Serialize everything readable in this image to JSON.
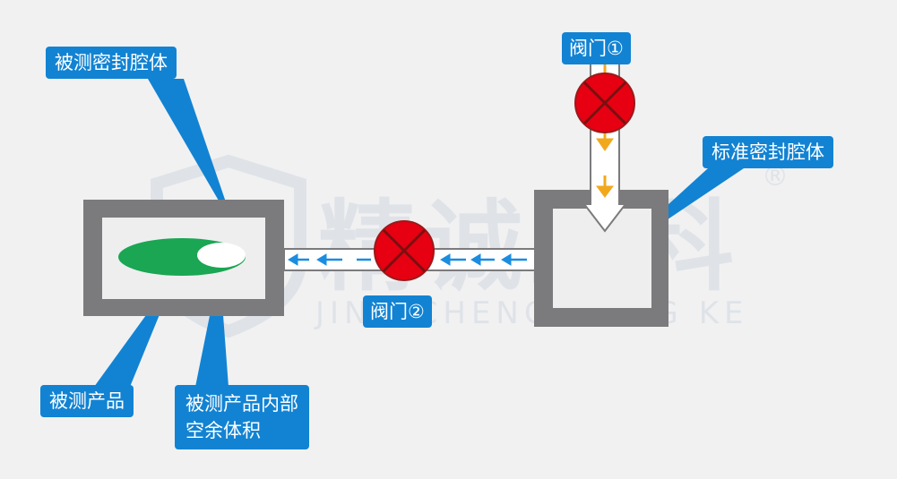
{
  "labels": {
    "tested_cavity": "被测密封腔体",
    "standard_cavity": "标准密封腔体",
    "valve1": "阀门①",
    "valve2": "阀门②",
    "tested_product": "被测产品",
    "product_internal_volume": "被测产品内部\n空余体积"
  },
  "watermark": {
    "brand_cn": "精诚工科",
    "brand_pinyin": "JING CHENG GONG KE",
    "registered_mark": "®"
  },
  "colors": {
    "background": "#f1f1f2",
    "callout": "#1283d3",
    "cavity_frame": "#7b7b7d",
    "cavity_inner": "#eeeeef",
    "product": "#1aa653",
    "valve_fill": "#e60012",
    "flow_arrow_orange": "#f2a81d",
    "flow_arrow_blue": "#1a8de0",
    "watermark": "#dfe3e8"
  },
  "icons": {
    "valve": "valve-closed-x-icon",
    "flow": "flow-arrow-icon",
    "logo": "shield-logo-icon"
  }
}
